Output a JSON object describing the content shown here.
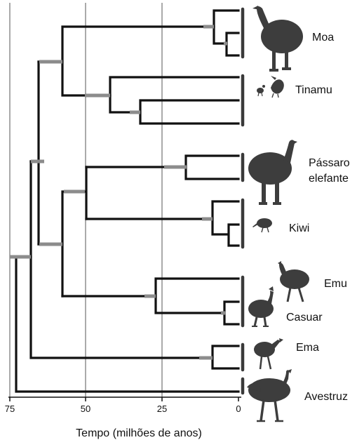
{
  "axis": {
    "title": "Tempo (milhões de anos)",
    "ticks": [
      "75",
      "50",
      "25",
      "0"
    ]
  },
  "taxa": {
    "moa": "Moa",
    "tinamu": "Tinamu",
    "passaro_line1": "Pássaro",
    "passaro_line2": "elefante",
    "kiwi": "Kiwi",
    "emu": "Emu",
    "casuar": "Casuar",
    "ema": "Ema",
    "avestruz": "Avestruz"
  },
  "icons": [
    "moa-silhouette-icon",
    "tinamou-silhouette-icon",
    "elephant-bird-silhouette-icon",
    "kiwi-silhouette-icon",
    "emu-silhouette-icon",
    "cassowary-silhouette-icon",
    "rhea-silhouette-icon",
    "ostrich-silhouette-icon"
  ],
  "colors": {
    "branch": "#111111",
    "confidence_bar": "#8c8c8c",
    "silhouette": "#3d3d3d"
  }
}
